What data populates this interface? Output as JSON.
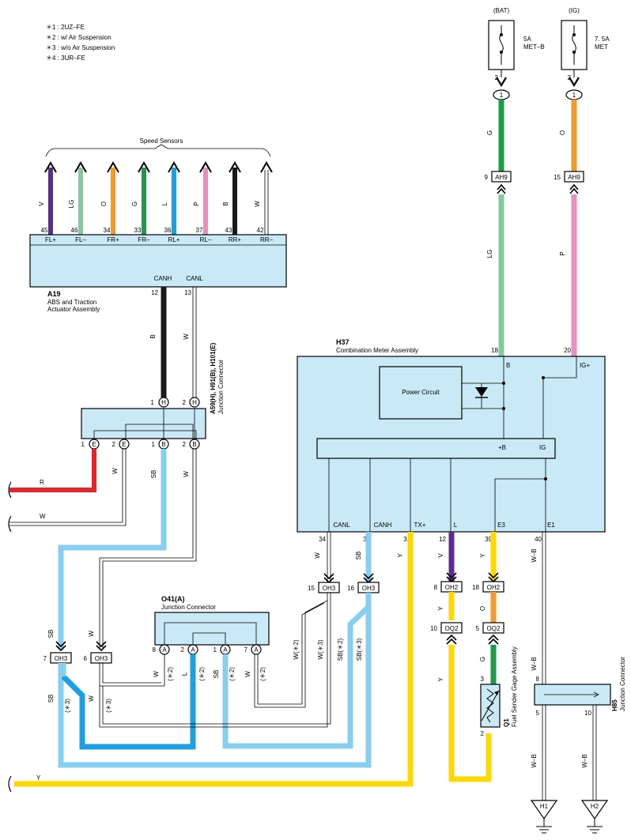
{
  "notes": [
    "＊1 : 2UZ–FE",
    "＊2 : w/ Air Suspension",
    "＊3 : w/o Air Suspension",
    "＊4 : 3UR–FE"
  ],
  "colors": {
    "V": "#5b2d8e",
    "LG": "#86c99a",
    "O": "#f29a2e",
    "G": "#1f9a4a",
    "L": "#1ba1e2",
    "P": "#ec8cbf",
    "B": "#1a1a1a",
    "W": "#ffffff",
    "R": "#e8232a",
    "SB": "#86cfee",
    "Y": "#ffd800",
    "box": "#c9e9f6"
  },
  "fuses": [
    {
      "source": "(BAT)",
      "rating": "5A",
      "name": "MET–B",
      "pin": "2",
      "conn": "1"
    },
    {
      "source": "(IG)",
      "rating": "7. 5A",
      "name": "MET",
      "pin": "2",
      "conn": "1"
    }
  ],
  "speed_sensors": {
    "title": "Speed Sensors",
    "wires": [
      {
        "color": "V",
        "pin": "45",
        "label": "FL+"
      },
      {
        "color": "LG",
        "pin": "46",
        "label": "FL–"
      },
      {
        "color": "O",
        "pin": "34",
        "label": "FR+"
      },
      {
        "color": "G",
        "pin": "33",
        "label": "FR–"
      },
      {
        "color": "L",
        "pin": "36",
        "label": "RL+"
      },
      {
        "color": "P",
        "pin": "37",
        "label": "RL–"
      },
      {
        "color": "B",
        "pin": "43",
        "label": "RR+"
      },
      {
        "color": "W",
        "pin": "42",
        "label": "RR–"
      }
    ]
  },
  "a19": {
    "code": "A19",
    "name1": "ABS and Traction",
    "name2": "Actuator Assembly",
    "canh": "CANH",
    "canl": "CANL",
    "pin_canh": "12",
    "pin_canl": "13",
    "wire_canh": "B",
    "wire_canl": "W"
  },
  "jc_a59": {
    "code": "A59(H), H91(B), H101(E)",
    "name": "Junction Connector",
    "top_pins": [
      {
        "pin": "1",
        "id": "H"
      },
      {
        "pin": "2",
        "id": "H"
      }
    ],
    "bottom_pins": [
      {
        "pin": "1",
        "id": "E"
      },
      {
        "pin": "2",
        "id": "E"
      },
      {
        "pin": "1",
        "id": "B"
      },
      {
        "pin": "2",
        "id": "B"
      }
    ]
  },
  "left_wires": {
    "r": "R",
    "w": "W",
    "sb": "SB",
    "w2": "W"
  },
  "h37": {
    "code": "H37",
    "name": "Combination Meter Assembly",
    "power": "Power Circuit",
    "b": "B",
    "igp": "IG+",
    "pb": "+B",
    "ig": "IG",
    "pin_b": "18",
    "pin_igp": "20",
    "bottom": [
      {
        "label": "CANL",
        "pin": "34",
        "wire": "W"
      },
      {
        "label": "CANH",
        "pin": "33",
        "wire": "SB"
      },
      {
        "label": "TX+",
        "pin": "31",
        "wire": "Y"
      },
      {
        "label": "L",
        "pin": "12",
        "wire": "V"
      },
      {
        "label": "E3",
        "pin": "39",
        "wire": "Y"
      },
      {
        "label": "E1",
        "pin": "40",
        "wire": "W–B"
      }
    ]
  },
  "upper_wires": {
    "g": "G",
    "o": "O",
    "lg": "LG",
    "p": "P",
    "ah9": "AH9",
    "ah9_pin1": "9",
    "ah9_pin2": "15"
  },
  "oh": {
    "oh3": "OH3",
    "oh2": "OH2",
    "oq2": "OQ2",
    "pin7": "7",
    "pin6": "6",
    "pin15": "15",
    "pin16": "16",
    "pin8": "8",
    "pin18": "18",
    "pin10": "10",
    "pin5": "5",
    "y": "Y",
    "o": "O",
    "g": "G"
  },
  "o41": {
    "code": "O41(A)",
    "name": "Junction Connector",
    "pins": [
      {
        "pin": "8",
        "id": "A"
      },
      {
        "pin": "2",
        "id": "A"
      },
      {
        "pin": "1",
        "id": "A"
      },
      {
        "pin": "7",
        "id": "A"
      }
    ]
  },
  "lower_labels": {
    "sb": "SB",
    "w": "W",
    "l": "L",
    "x2": "(＊2)",
    "x3": "(＊3)",
    "w_x2": "W(＊2)",
    "w_x3": "W(＊3)",
    "sb_x2": "SB(＊2)",
    "sb_x3": "SB(＊3)",
    "y": "Y"
  },
  "q1": {
    "code": "Q1",
    "name": "Fuel Sender Gage Assembly",
    "pin3": "3",
    "pin2": "2"
  },
  "h85": {
    "code": "H85",
    "name": "Junction Connector",
    "pin8": "8",
    "pin5": "5",
    "pin10": "10",
    "wb": "W–B"
  },
  "grounds": [
    "H1",
    "H2"
  ]
}
